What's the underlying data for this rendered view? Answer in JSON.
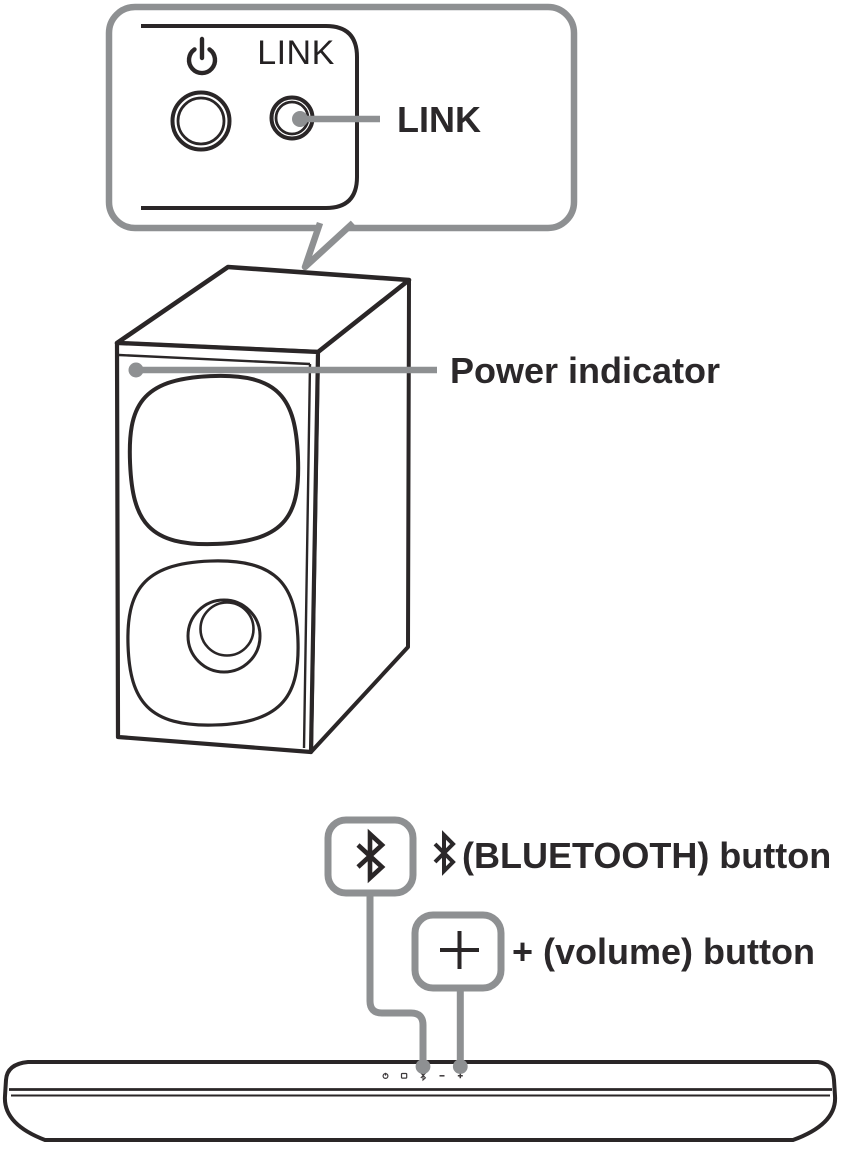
{
  "diagram": {
    "type": "device-guide-illustration",
    "background": "#ffffff",
    "colors": {
      "line_black": "#2a2627",
      "callout_gray": "#8e9092",
      "label_text": "#2b282a"
    },
    "callout": {
      "power_symbol_icon": "power-standby-icon",
      "panel_link_text": "LINK",
      "link_callout_label": "LINK"
    },
    "subwoofer": {
      "power_indicator_label": "Power indicator"
    },
    "soundbar": {
      "bluetooth_button_label": "(BLUETOOTH) button",
      "volume_button_label": "+ (volume) button",
      "top_buttons": [
        "power",
        "input",
        "bluetooth",
        "volume-minus",
        "volume-plus"
      ]
    }
  }
}
